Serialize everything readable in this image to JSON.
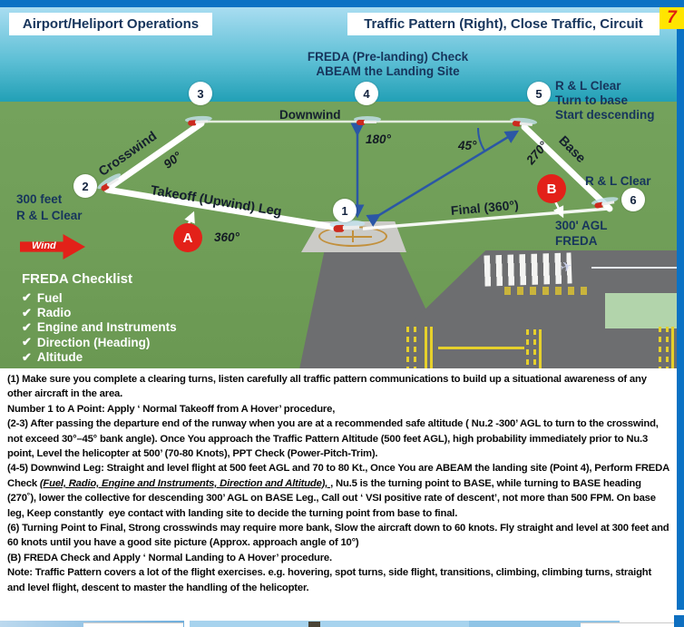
{
  "page": {
    "slide_number": "7",
    "title_left": "Airport/Heliport Operations",
    "title_right": "Traffic Pattern (Right), Close Traffic, Circuit"
  },
  "icons": {
    "check": "✔",
    "airplane": "✈"
  },
  "diagram": {
    "waypoints": [
      "1",
      "2",
      "3",
      "4",
      "5",
      "6"
    ],
    "markers": {
      "a": "A",
      "b": "B"
    },
    "labels": {
      "freda_check1": "FREDA  (Pre-landing) Check",
      "freda_check2": "ABEAM the Landing Site",
      "downwind": "Downwind",
      "crosswind": "Crosswind",
      "takeoff_leg": "Takeoff (Upwind) Leg",
      "base_leg": "Base",
      "final_leg": "Final (360°)",
      "angle_90": "90°",
      "angle_180": "180°",
      "angle_45": "45°",
      "angle_270": "270°",
      "angle_360": "360°",
      "point2_note1": "300 feet",
      "point2_note2": "R & L Clear",
      "point5_note1": "R & L Clear",
      "point5_note2": "Turn to base",
      "point5_note3": "Start descending",
      "point6_clear": "R & L Clear",
      "pointB_note1": "300' AGL",
      "pointB_note2": "FREDA",
      "wind": "Wind"
    },
    "freda_checklist": {
      "title": "FREDA Checklist",
      "items": [
        "Fuel",
        "Radio",
        "Engine and Instruments",
        "Direction (Heading)",
        "Altitude"
      ]
    },
    "colors": {
      "frame_blue": "#0b72c4",
      "sky_top": "#a9ddf1",
      "sky_bottom": "#22a0b6",
      "grass": "#6f9d57",
      "marker_red": "#e32119",
      "label_navy": "#17355c",
      "arrow_blue": "#2b57a5",
      "badge_yellow": "#ffe500"
    }
  },
  "notes": {
    "p1": "(1) Make sure you complete a clearing turns, listen carefully all traffic pattern communications to build up a situational awareness of any other aircraft in the area.",
    "p2": "Number 1 to A Point: Apply ‘ Normal Takeoff from A Hover’ procedure,",
    "p3": "(2-3) After passing the departure end of the runway when you are at a recommended safe altitude ( Nu.2 -300’ AGL to turn to the crosswind, not exceed 30°–45° bank angle). Once You approach the Traffic Pattern Altitude (500 feet AGL), high probability immediately prior to Nu.3 point, Level the helicopter at 500’ (70-80 Knots), PPT Check (Power-Pitch-Trim).",
    "p4": {
      "pre": "(4-5) Downwind Leg: Straight and level flight at 500 feet AGL and 70 to 80 Kt., Once You are ABEAM the landing site (Point 4), Perform FREDA Check ",
      "em": "(Fuel, Radio, Engine and Instruments, Direction and Altitude), ",
      "post": ", Nu.5 is the turning point to BASE, while turning to BASE heading (270˚), lower the collective for descending 300’ AGL on BASE Leg., Call out ‘ VSI positive rate of descent’, not more than 500 FPM. On base leg, Keep constantly  eye contact with landing site to decide the turning point from base to final."
    },
    "p5": "(6) Turning Point to Final, Strong crosswinds may require more bank, Slow the aircraft down to 60 knots. Fly straight and level at 300 feet and 60 knots until you have a good site picture (Approx. approach angle of 10°)",
    "p6": "(B) FREDA Check and Apply ‘ Normal Landing to A Hover’ procedure.",
    "p7": "Note: Traffic Pattern covers a lot of the flight exercises. e.g. hovering, spot turns, side flight, transitions, climbing, climbing turns, straight and level flight, descent to master the handling of the helicopter."
  }
}
